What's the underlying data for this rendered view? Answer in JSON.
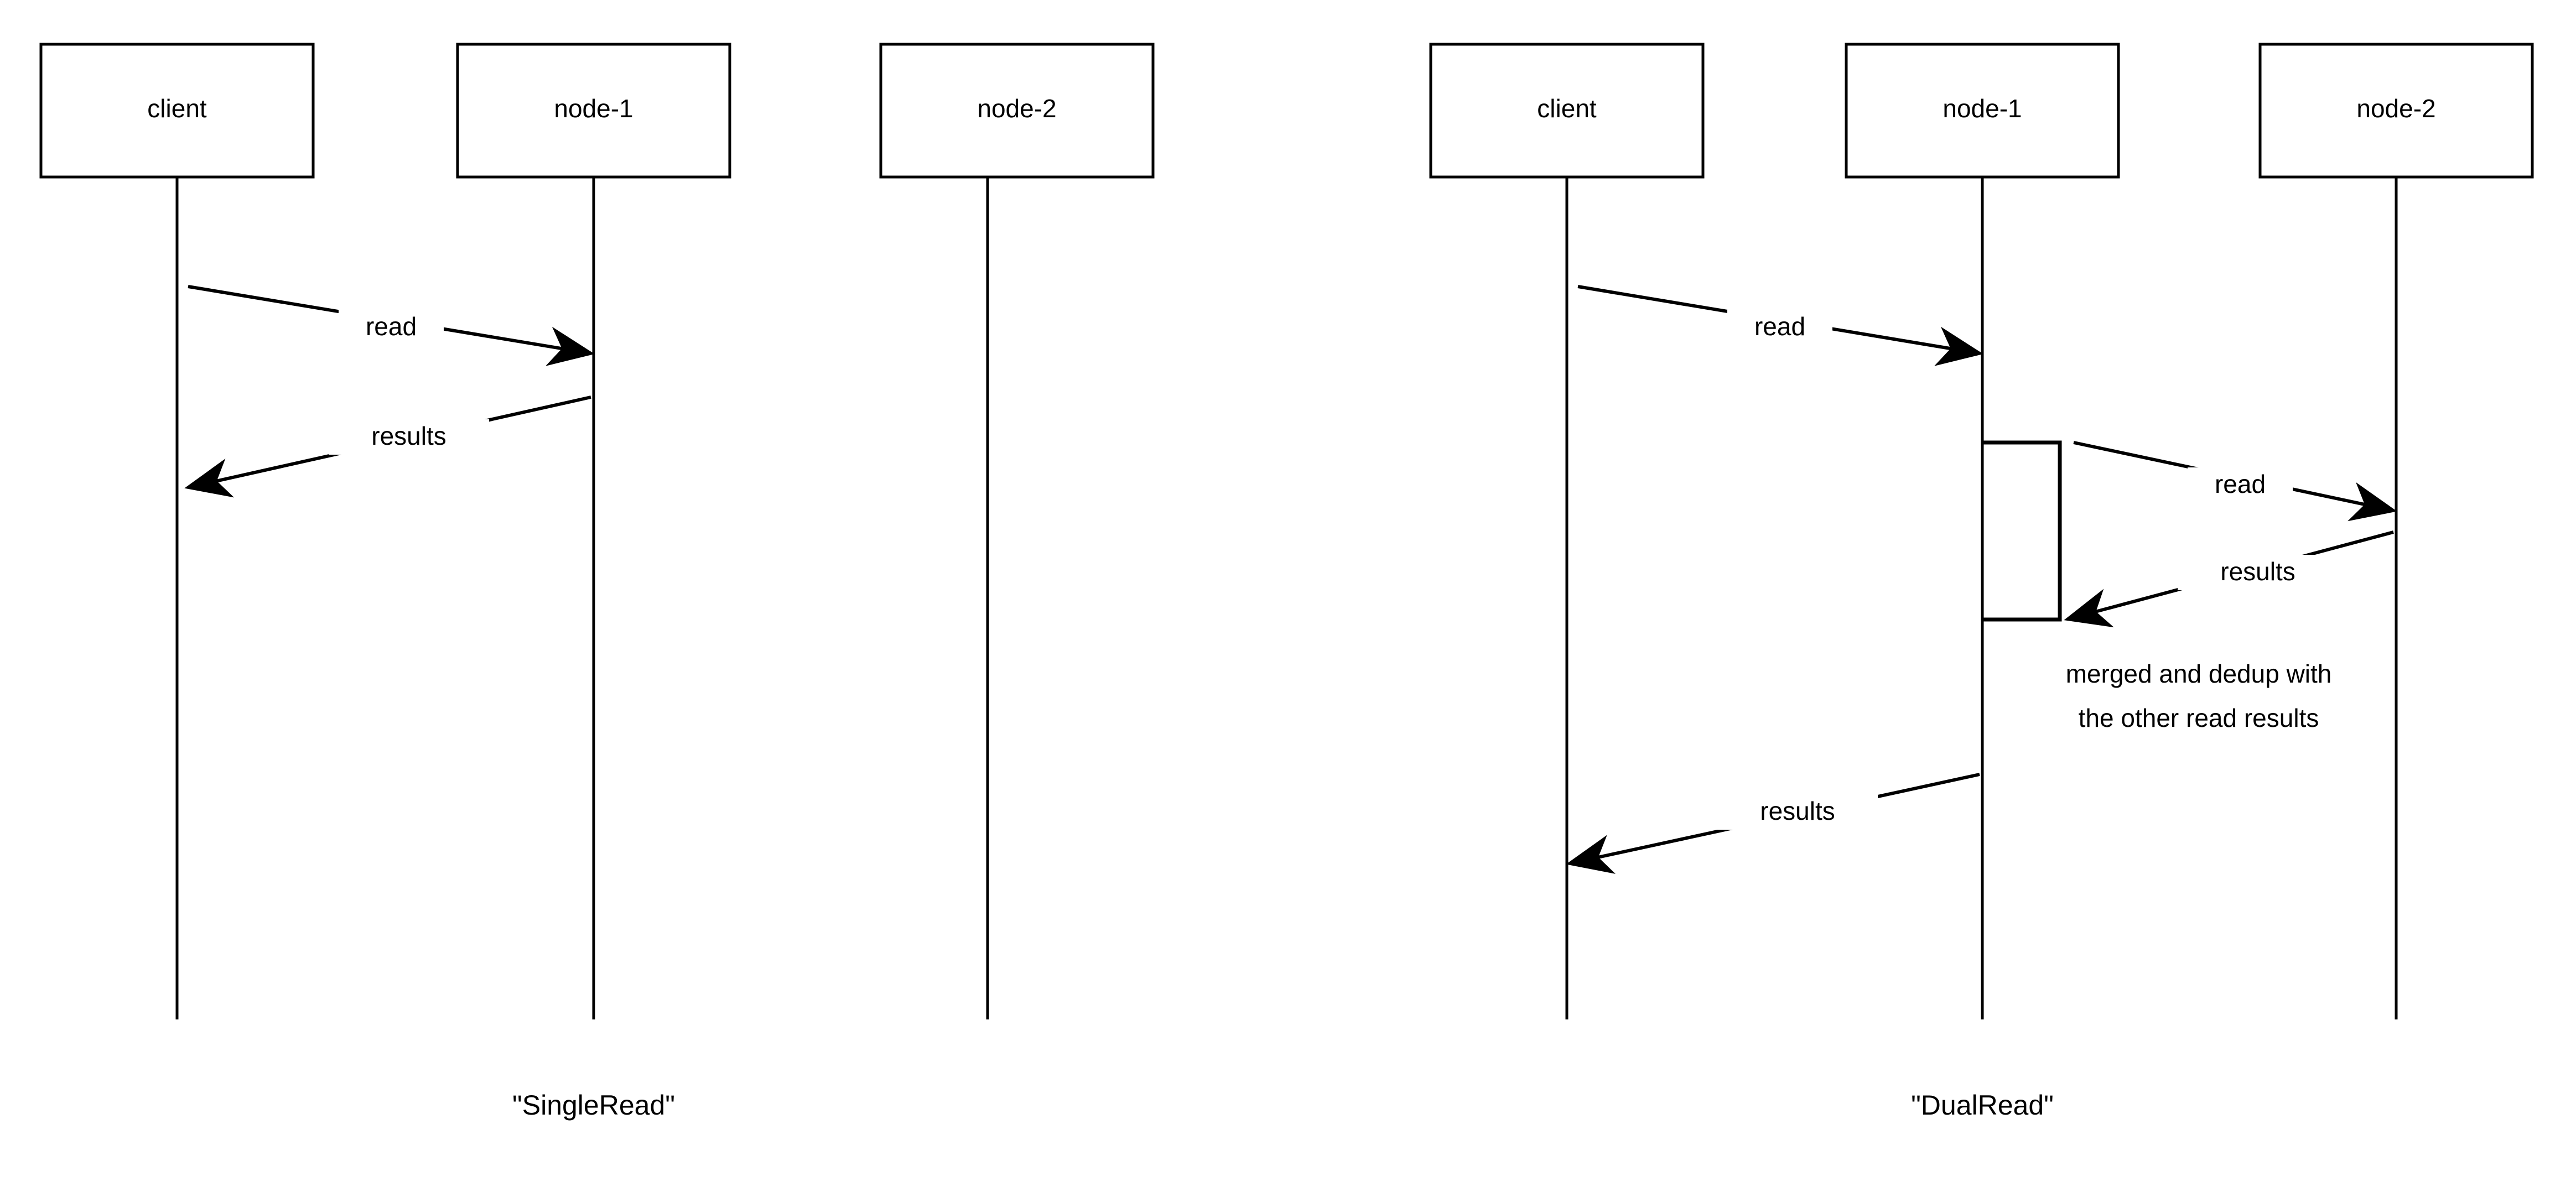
{
  "diagrams": [
    {
      "caption": "\"SingleRead\"",
      "participants": [
        {
          "label": "client"
        },
        {
          "label": "node-1"
        },
        {
          "label": "node-2"
        }
      ],
      "messages": [
        {
          "label": "read",
          "from": "client",
          "to": "node-1",
          "direction": "right"
        },
        {
          "label": "results",
          "from": "node-1",
          "to": "client",
          "direction": "left"
        }
      ],
      "notes": [],
      "activations": []
    },
    {
      "caption": "\"DualRead\"",
      "participants": [
        {
          "label": "client"
        },
        {
          "label": "node-1"
        },
        {
          "label": "node-2"
        }
      ],
      "messages": [
        {
          "label": "read",
          "from": "client",
          "to": "node-1",
          "direction": "right"
        },
        {
          "label": "read",
          "from": "node-1",
          "to": "node-2",
          "direction": "right"
        },
        {
          "label": "results",
          "from": "node-2",
          "to": "node-1",
          "direction": "left"
        },
        {
          "label": "results",
          "from": "node-1",
          "to": "client",
          "direction": "left"
        }
      ],
      "notes": [
        {
          "line1": "merged and dedup with",
          "line2": "the other read results"
        }
      ],
      "activations": [
        {
          "on": "node-1"
        }
      ]
    }
  ],
  "colors": {
    "stroke": "#000000",
    "background": "#ffffff",
    "text": "#000000"
  }
}
